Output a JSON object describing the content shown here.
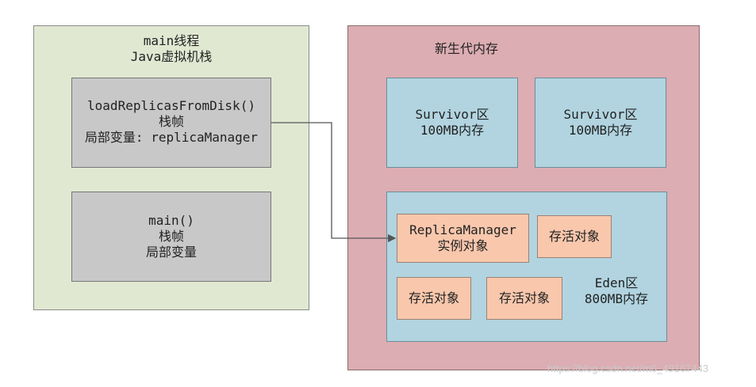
{
  "thread": {
    "line1": "main线程",
    "line2": "Java虚拟机栈"
  },
  "frame1": {
    "line1": "loadReplicasFromDisk()",
    "line2": "栈帧",
    "line3": "局部变量: replicaManager"
  },
  "frame2": {
    "line1": "main()",
    "line2": "栈帧",
    "line3": "局部变量"
  },
  "young": {
    "title": "新生代内存"
  },
  "survivor1": {
    "line1": "Survivor区",
    "line2": "100MB内存"
  },
  "survivor2": {
    "line1": "Survivor区",
    "line2": "100MB内存"
  },
  "eden": {
    "line1": "Eden区",
    "line2": "800MB内存"
  },
  "objects": {
    "replica": {
      "line1": "ReplicaManager",
      "line2": "实例对象"
    },
    "alive_a": "存活对象",
    "alive_b": "存活对象",
    "alive_c": "存活对象"
  },
  "watermark": "https://blog.csdn.net/m0_49167443",
  "colors": {
    "thread_bg": "#e1e8d2",
    "young_bg": "#dcadb2",
    "frame_bg": "#c8c8c8",
    "region_bg": "#b1d4e0",
    "object_bg": "#f8c7ac",
    "arrow": "#555555"
  }
}
